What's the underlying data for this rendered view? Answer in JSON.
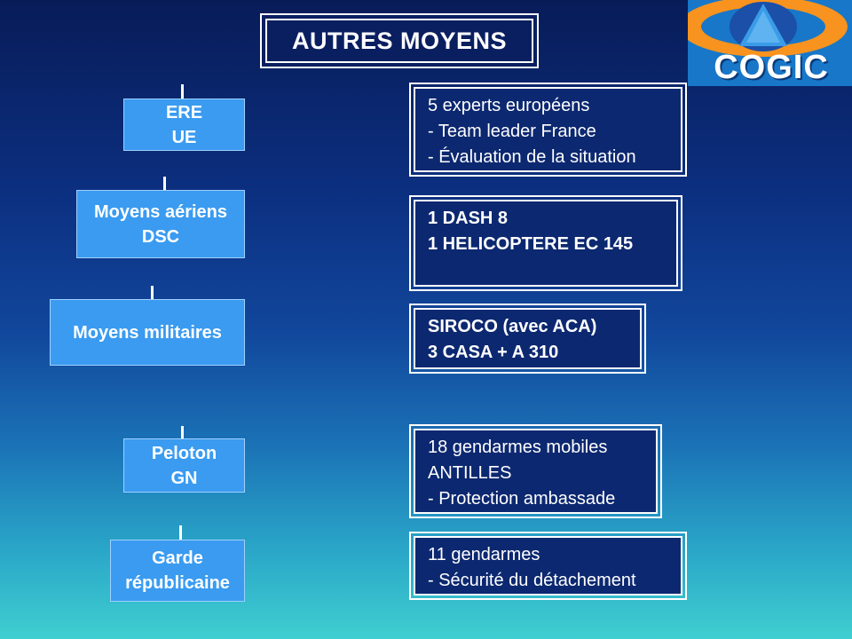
{
  "title": "AUTRES MOYENS",
  "logo": {
    "text": "COGIC",
    "colors": {
      "background": "#1877c8",
      "ring": "#f7931e",
      "center": "#1b4fa8"
    }
  },
  "rows": [
    {
      "label": [
        "ERE",
        "UE"
      ],
      "details": [
        "5 experts européens",
        "- Team leader France",
        "- Évaluation de la situation"
      ]
    },
    {
      "label": [
        "Moyens aériens",
        "DSC"
      ],
      "details": [
        "1 DASH 8",
        "1 HELICOPTERE EC 145"
      ]
    },
    {
      "label": [
        "Moyens militaires"
      ],
      "details": [
        "SIROCO  (avec ACA)",
        "3 CASA + A 310"
      ]
    },
    {
      "label": [
        "Peloton",
        "GN"
      ],
      "details": [
        "18 gendarmes mobiles",
        "ANTILLES",
        "- Protection ambassade"
      ]
    },
    {
      "label": [
        "Garde",
        "républicaine"
      ],
      "details": [
        "11 gendarmes",
        "- Sécurité du détachement"
      ]
    }
  ]
}
